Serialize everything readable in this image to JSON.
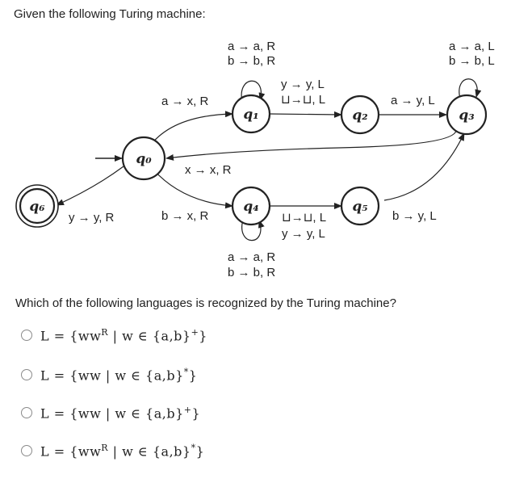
{
  "intro": "Given the following Turing machine:",
  "question": "Which of the following languages is recognized by the Turing machine?",
  "states": {
    "q0": "q₀",
    "q1": "q₁",
    "q2": "q₂",
    "q3": "q₃",
    "q4": "q₄",
    "q5": "q₅",
    "q6": "q₆"
  },
  "transitions": {
    "q1_loop": [
      "a → a, R",
      "b → b, R"
    ],
    "q1_q2": [
      "y → y, L",
      "⊔→⊔, L"
    ],
    "q2_q3": "a → y, L",
    "q3_loop": [
      "a → a, L",
      "b → b, L"
    ],
    "q0_q1": "a → x, R",
    "q3_q0": "x → x, R",
    "q0_q4": "b → x, R",
    "q4_loop": [
      "a → a, R",
      "b → b, R"
    ],
    "q4_q5": [
      "⊔→⊔, L",
      "y → y, L"
    ],
    "q5_q3": "b → y, L",
    "q0_q6": "y → y, R"
  },
  "options": [
    {
      "base": "L = {ww",
      "sup1": "R",
      "rest": " | w ∈ {a,b}",
      "sup2": "+",
      "end": "}"
    },
    {
      "base": "L = {ww",
      "sup1": "",
      "rest": " | w ∈ {a,b}",
      "sup2": "*",
      "end": "}"
    },
    {
      "base": "L = {ww",
      "sup1": "",
      "rest": " | w ∈ {a,b}",
      "sup2": "+",
      "end": "}"
    },
    {
      "base": "L = {ww",
      "sup1": "R",
      "rest": " | w ∈ {a,b}",
      "sup2": "*",
      "end": "}"
    }
  ]
}
